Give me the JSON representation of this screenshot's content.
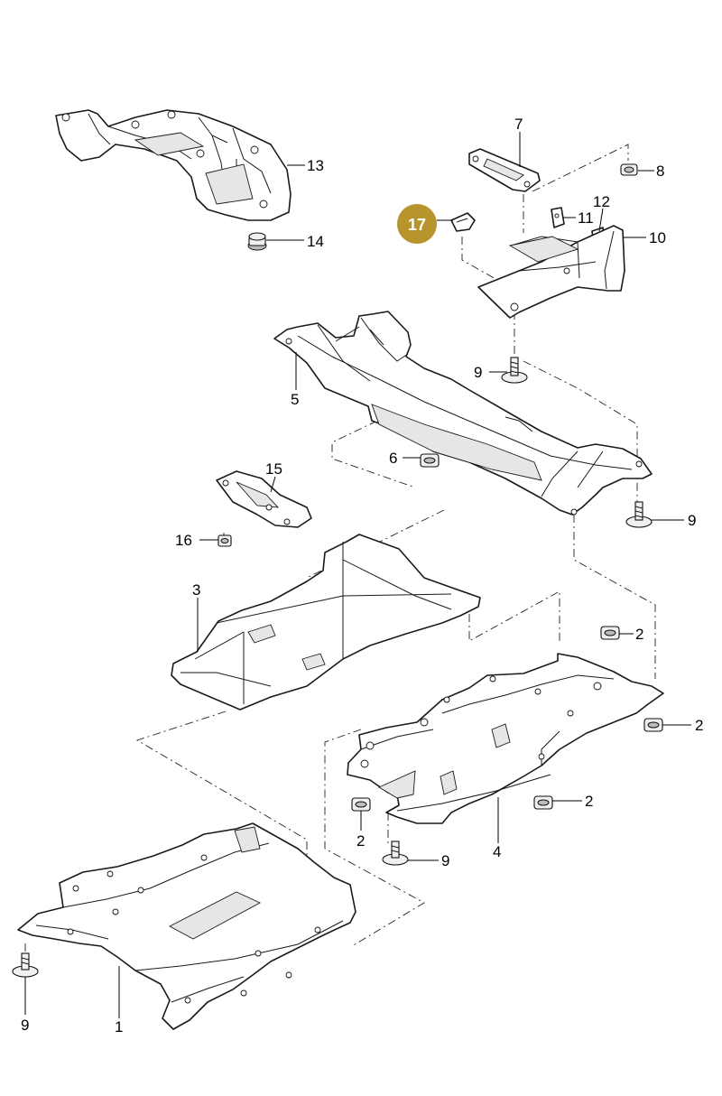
{
  "callouts": {
    "c1": "1",
    "c2a": "2",
    "c2b": "2",
    "c2c": "2",
    "c2d": "2",
    "c3": "3",
    "c4": "4",
    "c5": "5",
    "c6": "6",
    "c7": "7",
    "c8": "8",
    "c9a": "9",
    "c9b": "9",
    "c9c": "9",
    "c9d": "9",
    "c10": "10",
    "c11": "11",
    "c12": "12",
    "c13": "13",
    "c14": "14",
    "c15": "15",
    "c16": "16"
  },
  "highlight": {
    "label": "17",
    "color": "#B8952C"
  }
}
